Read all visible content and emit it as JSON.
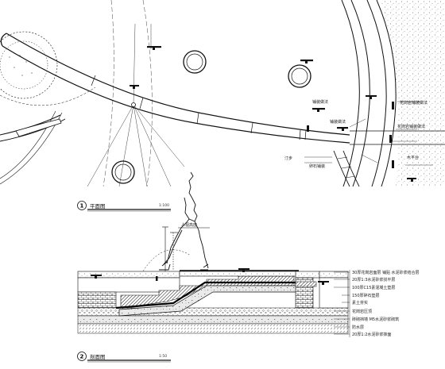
{
  "plan": {
    "title": "平面图",
    "scale": "1:100",
    "number": "1",
    "labels": [
      "铺装做法",
      "铺装做法",
      "花岗岩铺装做法",
      "花岗岩铺装做法",
      "汀步",
      "卵石铺装",
      "木平台"
    ]
  },
  "section": {
    "title": "剖面图",
    "scale": "1:50",
    "number": "2",
    "figure_label": "人视高度",
    "layer_notes": [
      "30厚花岗岩面层 铺贴 水泥砂浆结合层",
      "20厚1:3水泥砂浆找平层",
      "100厚C15素混凝土垫层",
      "150厚碎石垫层",
      "素土夯实",
      "花岗岩压顶",
      "砖砌挡墙 M5水泥砂浆砌筑",
      "防水层",
      "20厚1:2水泥砂浆抹面"
    ]
  }
}
